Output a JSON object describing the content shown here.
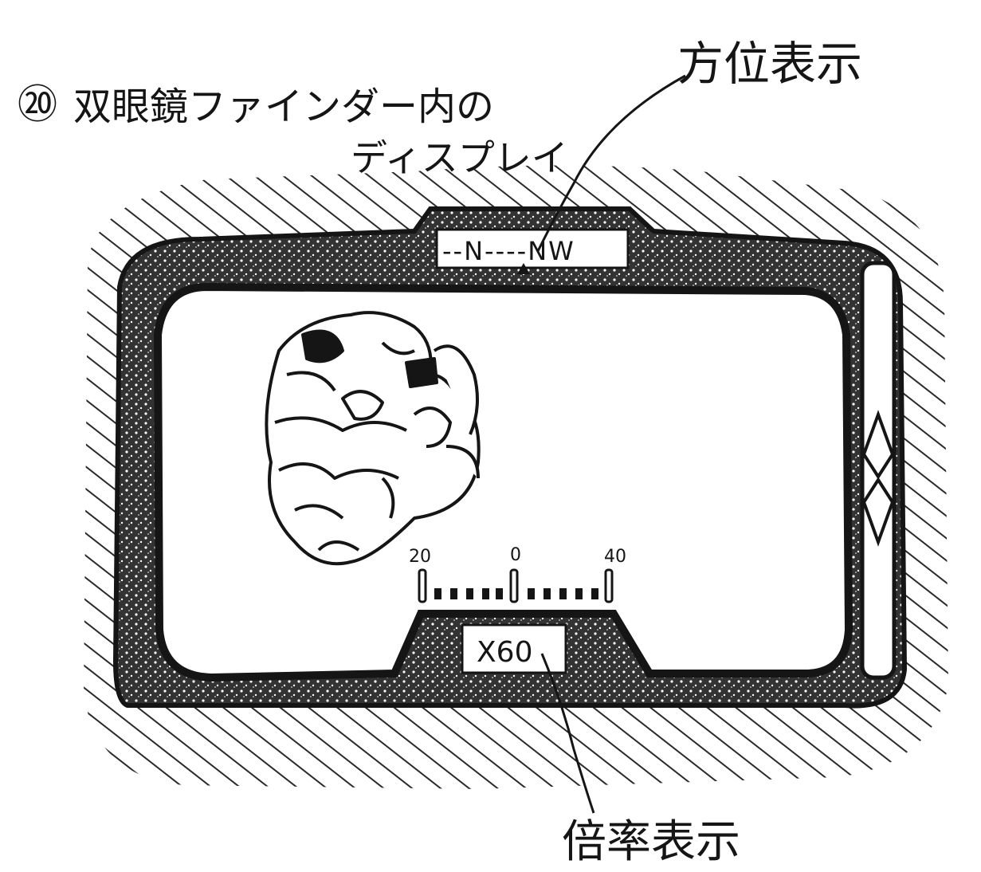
{
  "caption": {
    "number": "⑳",
    "line1": "双眼鏡ファインダー内の",
    "line2": "ディスプレイ"
  },
  "callouts": {
    "direction": "方位表示",
    "magnification": "倍率表示"
  },
  "compass": {
    "readout": "--N----NW"
  },
  "range_scale": {
    "left_label": "20",
    "center_label": "0",
    "right_label": "40"
  },
  "zoom": {
    "value": "X60"
  },
  "colors": {
    "ink": "#151515",
    "paper": "#ffffff",
    "hatch": "#2a2a2a"
  }
}
